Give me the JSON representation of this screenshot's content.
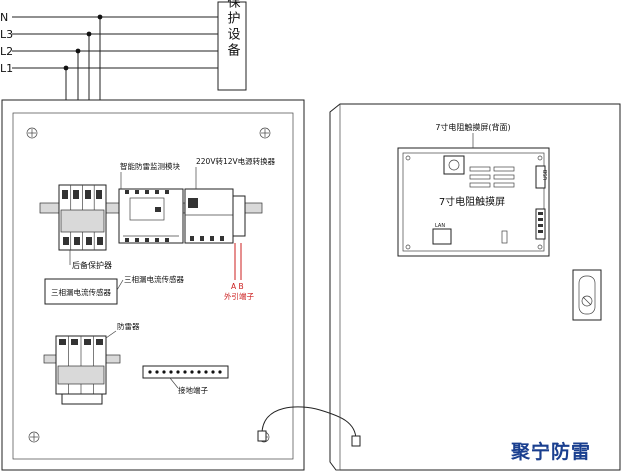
{
  "lines": {
    "n": "N",
    "l3": "L3",
    "l2": "L2",
    "l1": "L1"
  },
  "protected_device": "被保护设备",
  "left_panel": {
    "monitor_module": "智能防雷监测模块",
    "power_module": "220V转12V电源转换器",
    "backup_protector": "后备保护器",
    "leakage_sensor_box": "三相漏电流传感器",
    "leakage_sensor_label": "三相漏电流传感器",
    "terminal_ab": "A B",
    "external_terminal": "外引端子",
    "surge_protector": "防雷器",
    "ground_terminal": "接地端子"
  },
  "right_panel": {
    "touch_screen_back": "7寸电阻触摸屏(背面)",
    "touch_screen": "7寸电阻触摸屏",
    "usb": "USB",
    "lan": "LAN"
  },
  "brand": "聚宁防雷",
  "colors": {
    "red": "#cc1f1f",
    "brand_blue": "#1a3f8f"
  }
}
